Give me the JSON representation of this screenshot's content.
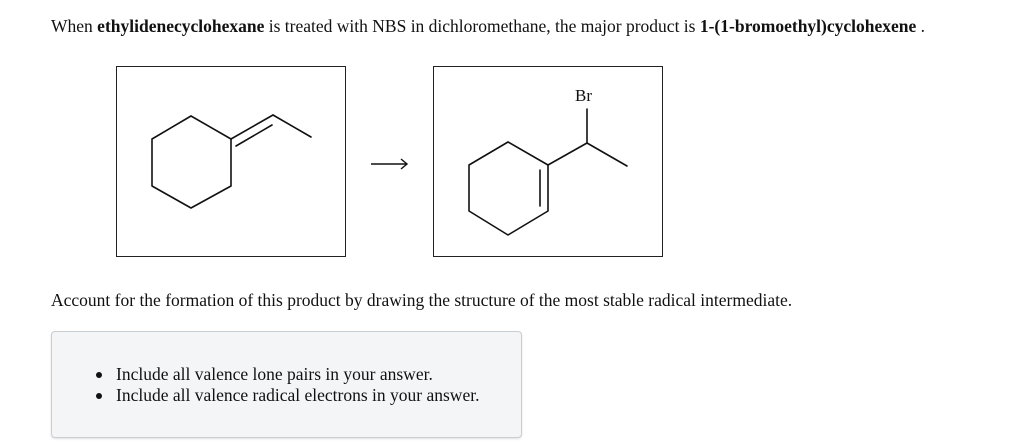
{
  "intro": {
    "part1": "When ",
    "reactant": "ethylidenecyclohexane",
    "part2": " is treated with ",
    "reagent": "NBS",
    "part3": " in dichloromethane, the major product is ",
    "product": "1-(1-bromoethyl)cyclohexene",
    "part4": " ."
  },
  "scheme": {
    "reactant_icon": "ethylidenecyclohexane-structure",
    "product_icon": "bromoethylcyclohexene-structure",
    "product_atom_label": "Br",
    "arrow_icon": "reaction-arrow-icon"
  },
  "question": "Account for the formation of this product by drawing the structure of the most stable radical intermediate.",
  "hints": [
    "Include all valence lone pairs in your answer.",
    "Include all valence radical electrons in your answer."
  ]
}
